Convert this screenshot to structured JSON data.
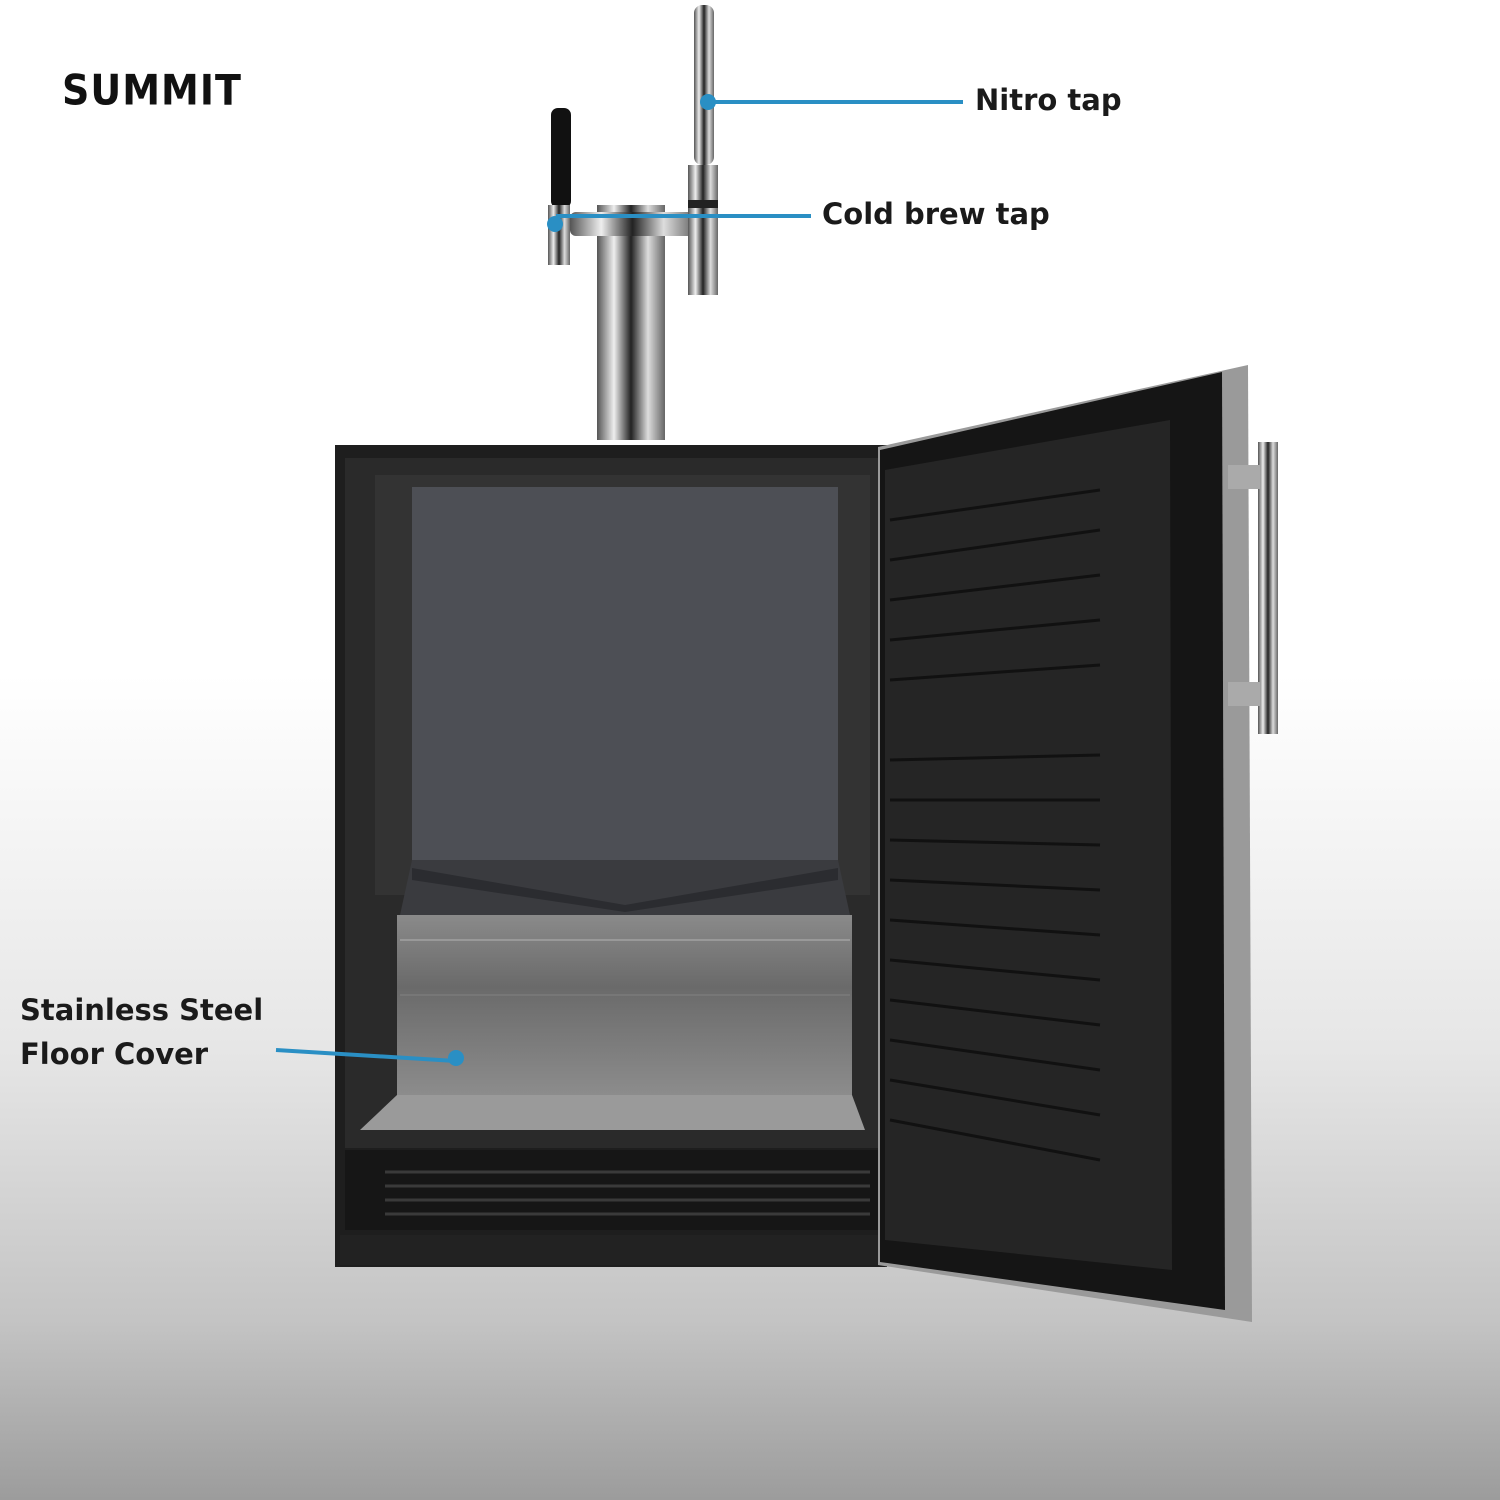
{
  "brand": {
    "logo": "SUMMIT"
  },
  "callouts": {
    "nitro_tap": "Nitro tap",
    "cold_brew_tap": "Cold brew tap",
    "floor_cover_line1": "Stainless Steel",
    "floor_cover_line2": "Floor Cover"
  },
  "colors": {
    "accent": "#2a8fc4"
  }
}
